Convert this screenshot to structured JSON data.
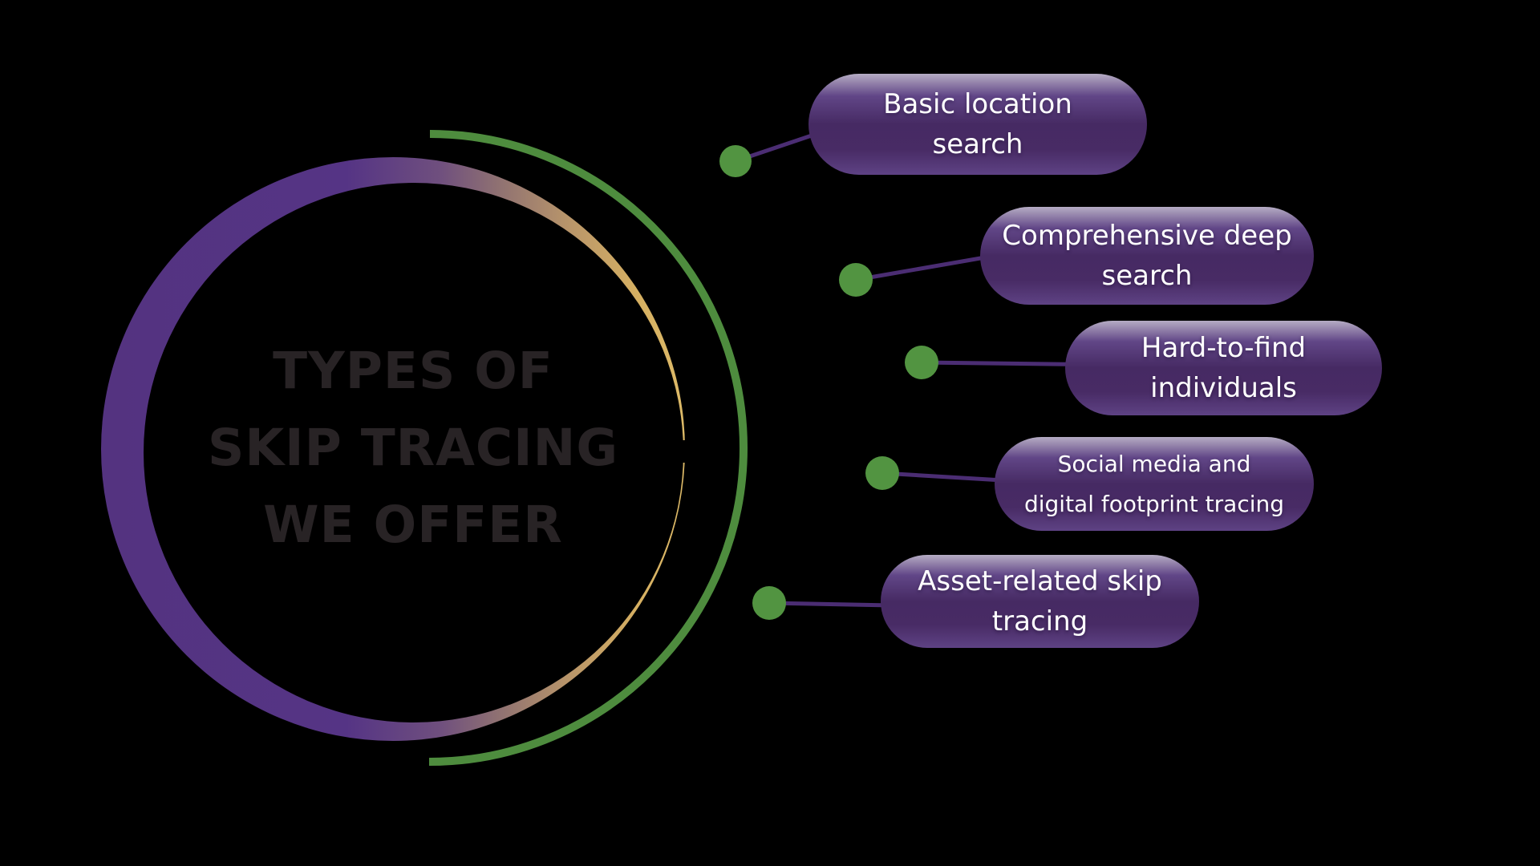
{
  "title": {
    "line1": "TYPES OF",
    "line2": "SKIP TRACING",
    "line3": "WE OFFER"
  },
  "pills": [
    {
      "id": "basic-location-search",
      "line1": "Basic location",
      "line2": "search"
    },
    {
      "id": "comprehensive-deep-search",
      "line1": "Comprehensive deep",
      "line2": "search"
    },
    {
      "id": "hard-to-find-individuals",
      "line1": "Hard-to-find",
      "line2": "individuals"
    },
    {
      "id": "social-media-digital-footprint-tracing",
      "line1": "Social media and",
      "line2": "digital footprint tracing"
    },
    {
      "id": "asset-related-skip-tracing",
      "line1": "Asset-related skip",
      "line2": "tracing"
    }
  ],
  "colors": {
    "background": "#000000",
    "ring_purple": "#543380",
    "ring_mauve": "#8f7172",
    "ring_gold": "#d6b062",
    "green_arc": "#4e8c3e",
    "green_dot": "#529441",
    "connector_purple": "#4b2d73",
    "pill_dark_purple": "#462a63",
    "pill_light_top": "#b5acc4",
    "pill_text": "#ffffff",
    "title_text": "#282325"
  }
}
